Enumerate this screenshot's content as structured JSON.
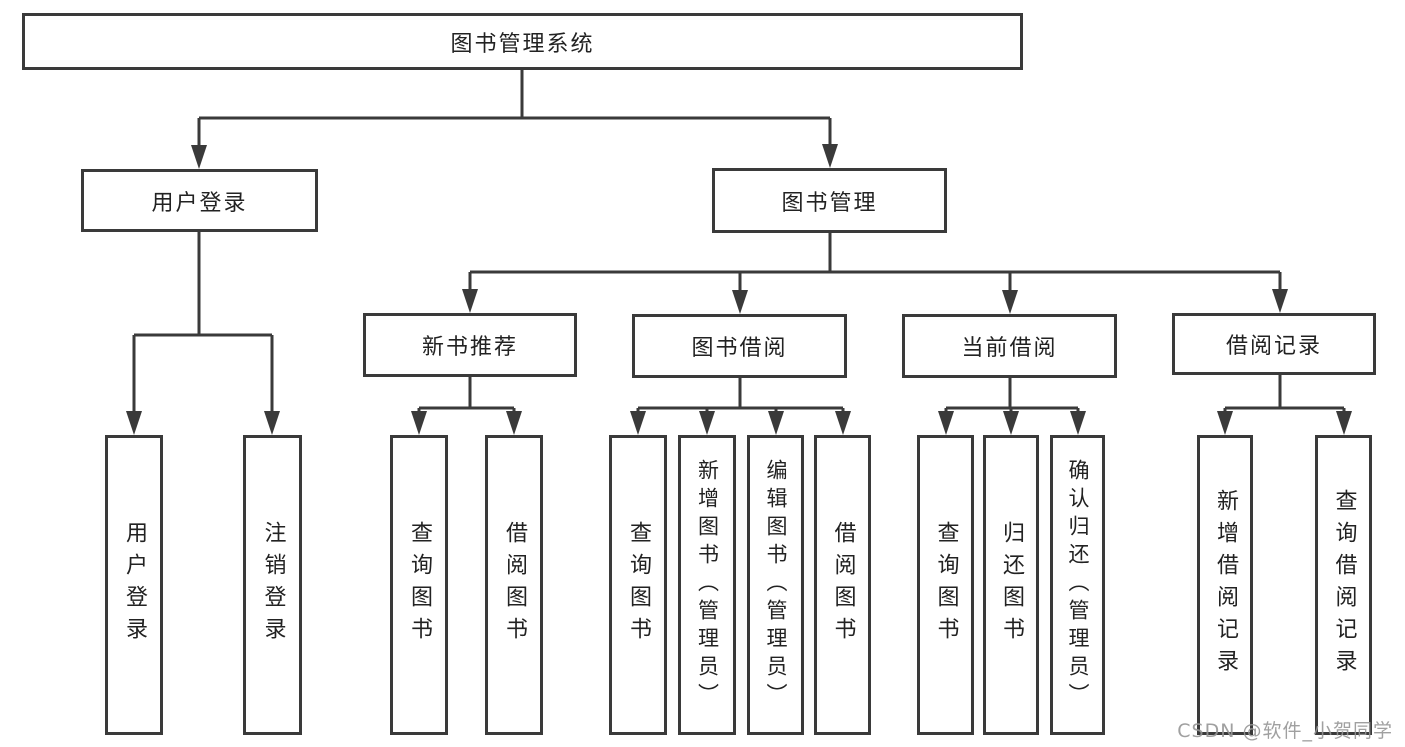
{
  "diagram": {
    "type": "hierarchy-tree",
    "tree": {
      "label": "图书管理系统",
      "children": [
        {
          "label": "用户登录",
          "children": [
            {
              "label": "用户登录"
            },
            {
              "label": "注销登录"
            }
          ]
        },
        {
          "label": "图书管理",
          "children": [
            {
              "label": "新书推荐",
              "children": [
                {
                  "label": "查询图书"
                },
                {
                  "label": "借阅图书"
                }
              ]
            },
            {
              "label": "图书借阅",
              "children": [
                {
                  "label": "查询图书"
                },
                {
                  "label": "新增图书（管理员）"
                },
                {
                  "label": "编辑图书（管理员）"
                },
                {
                  "label": "借阅图书"
                }
              ]
            },
            {
              "label": "当前借阅",
              "children": [
                {
                  "label": "查询图书"
                },
                {
                  "label": "归还图书"
                },
                {
                  "label": "确认归还（管理员）"
                }
              ]
            },
            {
              "label": "借阅记录",
              "children": [
                {
                  "label": "新增借阅记录"
                },
                {
                  "label": "查询借阅记录"
                }
              ]
            }
          ]
        }
      ]
    },
    "colors": {
      "line": "#3a3a3a",
      "text": "#222222",
      "background": "#ffffff",
      "watermark": "#969696"
    }
  },
  "watermark": {
    "text": "CSDN @软件_小贺同学"
  }
}
